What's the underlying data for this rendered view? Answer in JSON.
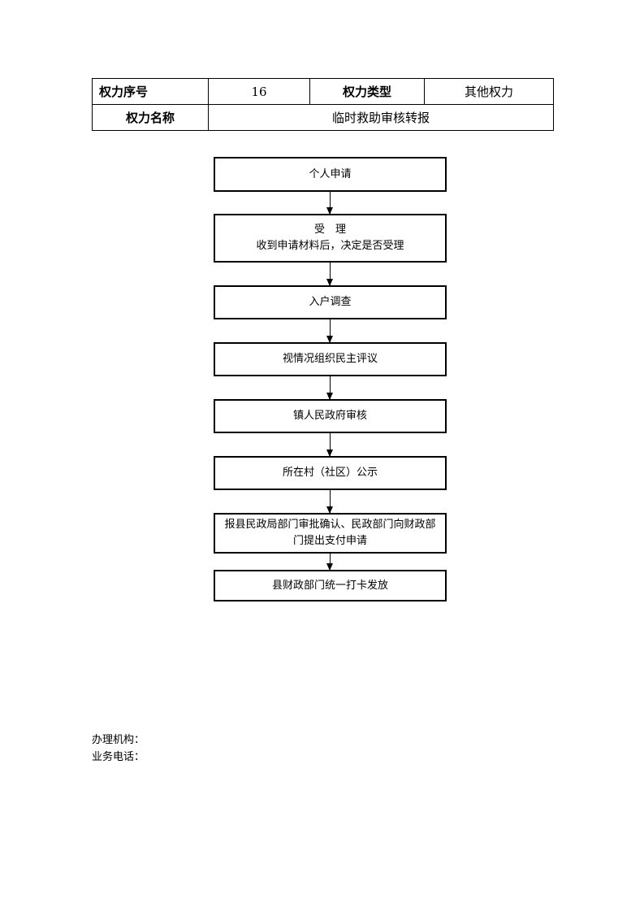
{
  "table": {
    "seq_label": "权力序号",
    "seq_value": "16",
    "type_label": "权力类型",
    "type_value": "其他权力",
    "name_label": "权力名称",
    "name_value": "临时救助审核转报"
  },
  "flow": {
    "step1": "个人申请",
    "step2_title": "受　理",
    "step2_desc": "收到申请材料后，决定是否受理",
    "step3": "入户调查",
    "step4": "视情况组织民主评议",
    "step5": "镇人民政府审核",
    "step6": "所在村（社区）公示",
    "step7": "报县民政局部门审批确认、民政部门向财政部门提出支付申请",
    "step8": "县财政部门统一打卡发放"
  },
  "footer": {
    "office": "办理机构：",
    "phone": "业务电话："
  }
}
